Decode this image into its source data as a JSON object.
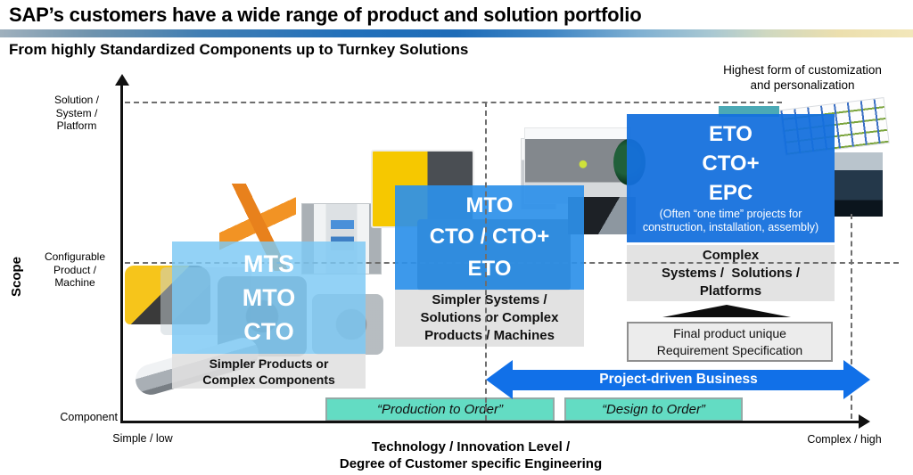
{
  "header": {
    "title": "SAP’s customers have a wide range of product and solution portfolio",
    "subtitle": "From highly Standardized Components up to Turnkey Solutions"
  },
  "annotations": {
    "highest_customization": [
      "Highest form of customization",
      "and personalization"
    ]
  },
  "axes": {
    "y_title": "Scope",
    "y_tick_top": [
      "Solution /",
      "System /",
      "Platform"
    ],
    "y_tick_mid": [
      "Configurable",
      "Product /",
      "Machine"
    ],
    "y_tick_bottom": "Component",
    "x_min": "Simple / low",
    "x_max": "Complex / high",
    "x_title": [
      "Technology / Innovation Level /",
      "Degree of Customer specific Engineering"
    ]
  },
  "segments": {
    "mts": {
      "lines": [
        "MTS",
        "MTO",
        "CTO"
      ],
      "caption": [
        "Simpler Products or",
        "Complex Components"
      ]
    },
    "mto": {
      "lines": [
        "MTO",
        "CTO / CTO+",
        "ETO"
      ],
      "caption": [
        "Simpler Systems /",
        "Solutions or Complex",
        "Products / Machines"
      ]
    },
    "eto": {
      "lines": [
        "ETO",
        "CTO+",
        "EPC"
      ],
      "note": [
        "(Often “one time” projects for",
        "construction, installation, assembly)"
      ],
      "caption": [
        "Complex",
        "Systems /  Solutions /",
        "Platforms"
      ]
    }
  },
  "callouts": {
    "final_product": [
      "Final product unique",
      "Requirement Specification"
    ],
    "project_arrow_label": "Project-driven Business",
    "production_to_order": "“Production to Order”",
    "design_to_order": "“Design to Order”"
  },
  "colors": {
    "accent_blue": "#1170e8",
    "box_light_blue": "#7dc9f4",
    "box_mid_blue": "#2d90e9",
    "box_deep_blue": "#1470dd",
    "teal": "#63dcc3",
    "caption_gray": "#e0e0e0"
  }
}
